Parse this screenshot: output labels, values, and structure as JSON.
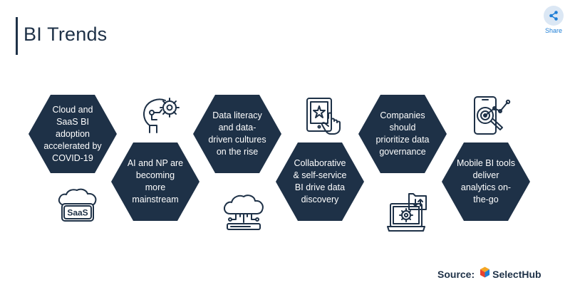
{
  "header": {
    "title": "BI Trends"
  },
  "share": {
    "label": "Share",
    "icon": "share-icon"
  },
  "trends": [
    {
      "text": "Cloud and SaaS BI adoption accelerated by COVID-19",
      "icon": "saas-cloud-icon"
    },
    {
      "text": "AI and NP are becoming more mainstream",
      "icon": "ai-head-gear-icon"
    },
    {
      "text": "Data literacy and data-driven cultures on the rise",
      "icon": "cloud-network-icon"
    },
    {
      "text": "Collaborative & self-service BI drive data discovery",
      "icon": "tablet-touch-star-icon"
    },
    {
      "text": "Companies should prioritize data governance",
      "icon": "laptop-settings-folder-icon"
    },
    {
      "text": "Mobile BI tools deliver analytics on-the-go",
      "icon": "mobile-analytics-icon"
    }
  ],
  "saas_badge_text": "SaaS",
  "footer": {
    "source_label": "Source:",
    "brand_name": "SelectHub",
    "brand_icon": "selecthub-logo-icon"
  },
  "colors": {
    "hexagon": "#1e3147",
    "accent": "#1f7fd6",
    "background": "#ffffff"
  }
}
